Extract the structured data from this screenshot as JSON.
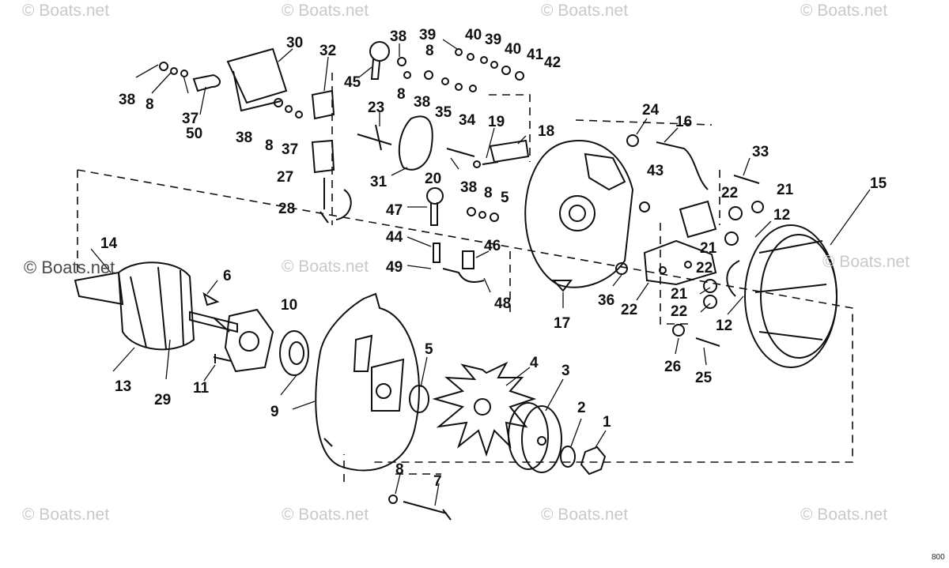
{
  "watermark": "© Boats.net",
  "corner_code": "800",
  "parts": [
    "1",
    "2",
    "3",
    "4",
    "5",
    "6",
    "7",
    "8",
    "9",
    "10",
    "11",
    "12",
    "13",
    "14",
    "15",
    "16",
    "17",
    "18",
    "19",
    "20",
    "21",
    "22",
    "23",
    "24",
    "25",
    "26",
    "27",
    "28",
    "29",
    "30",
    "31",
    "32",
    "33",
    "34",
    "35",
    "36",
    "37",
    "38",
    "39",
    "40",
    "41",
    "42",
    "43",
    "44",
    "45",
    "46",
    "47",
    "48",
    "49",
    "50"
  ]
}
